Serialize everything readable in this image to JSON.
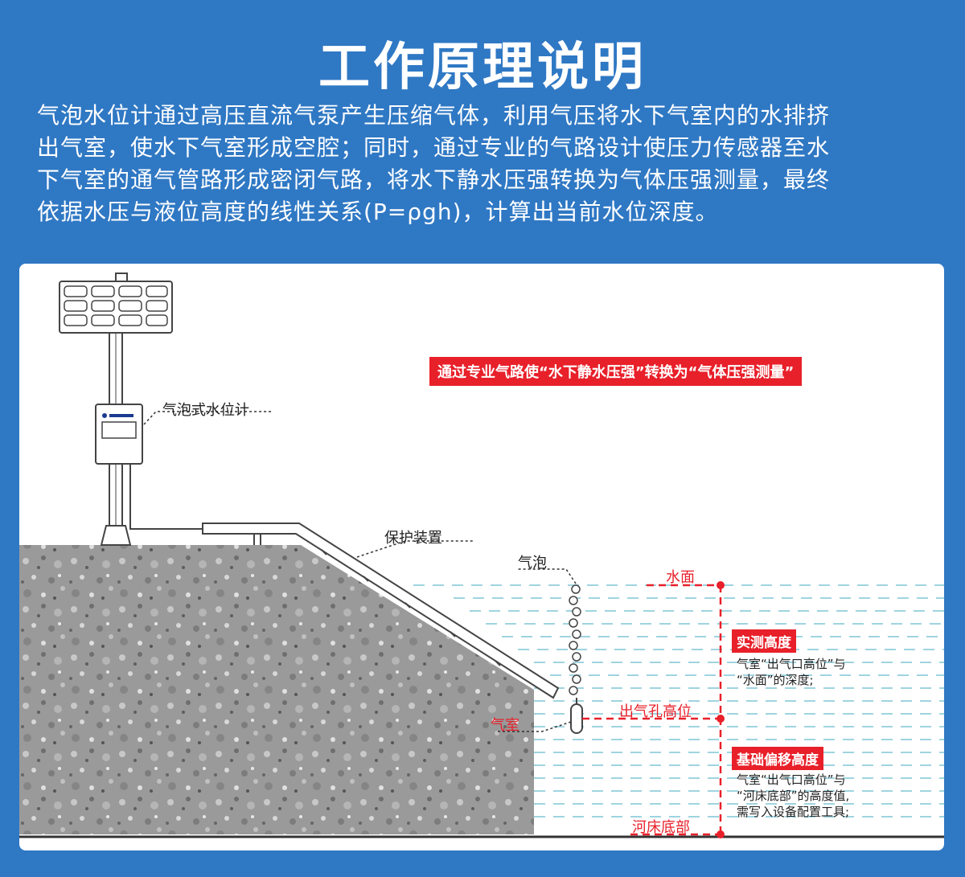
{
  "header": {
    "title": "工作原理说明",
    "intro_lines": [
      "气泡水位计通过高压直流气泵产生压缩气体，利用气压将水下气室内的水排挤",
      "出气室，使水下气室形成空腔；同时，通过专业的气路设计使压力传感器至水",
      "下气室的通气管路形成密闭气路，将水下静水压强转换为气体压强测量，最终",
      "依据水压与液位高度的线性关系(P=ρgh)，计算出当前水位深度。"
    ]
  },
  "diagram": {
    "banner": "通过专业气路使“水下静水压强”转换为“气体压强测量”",
    "labels": {
      "meter": "气泡式水位计",
      "protection": "保护装置",
      "bubble": "气泡",
      "chamber": "气室",
      "water_surface": "水面",
      "outlet_level": "出气孔高位",
      "riverbed": "河床底部"
    },
    "measured": {
      "tag": "实测高度",
      "lines": [
        "气室“出气口高位”与",
        "“水面”的深度;"
      ]
    },
    "offset": {
      "tag": "基础偏移高度",
      "lines": [
        "气室“出气口高位”与",
        "“河床底部”的高度值,",
        "需写入设备配置工具;"
      ]
    },
    "colors": {
      "accent_red": "#e8202a",
      "water_lines": "#9fd4e0",
      "header_blue": "#2f78c4"
    }
  }
}
